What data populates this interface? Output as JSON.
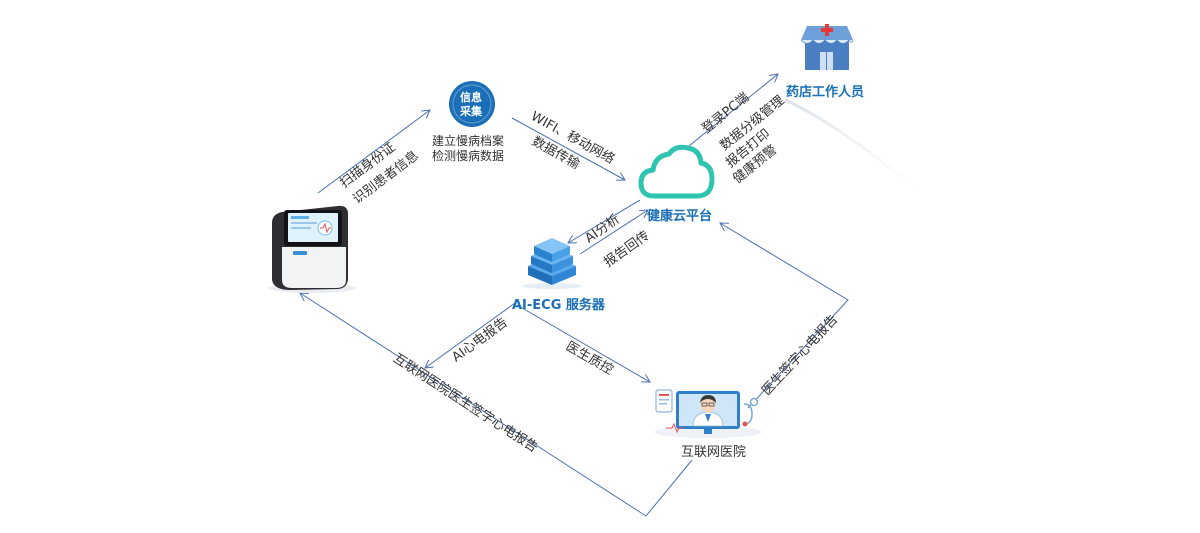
{
  "nodes": {
    "device": {
      "name": "ECG kiosk device"
    },
    "info": {
      "badge_top": "信息",
      "badge_bottom": "采集",
      "line1": "建立慢病档案",
      "line2": "检测慢病数据"
    },
    "cloud": {
      "title": "健康云平台"
    },
    "server": {
      "title": "AI-ECG 服务器"
    },
    "pharmacy": {
      "title": "药店工作人员"
    },
    "hospital": {
      "title": "互联网医院"
    }
  },
  "edges": {
    "scan_id": "扫描身份证",
    "identify_patient": "识别患者信息",
    "wifi": "WIFI、移动网络",
    "data_transfer": "数据传输",
    "login_pc": "登录PC端",
    "data_grading": "数据分级管理",
    "report_print": "报告打印",
    "health_warning": "健康预警",
    "ai_analysis": "AI分析",
    "report_return": "报告回传",
    "ai_ecg_report": "AI心电报告",
    "doctor_qc": "医生质控",
    "doctor_signed_report": "医生签字心电报告",
    "hospital_signed_report": "互联网医院医生签字心电报告"
  },
  "colors": {
    "line": "#4a6fb3",
    "accent_blue": "#1a6fb5",
    "cloud_teal": "#2ec4b0",
    "server_blue": "#2f86d6",
    "badge_blue": "#1b6fb8"
  },
  "icons": {
    "device": "ecg-kiosk-icon",
    "info": "info-collection-badge-icon",
    "cloud": "cloud-icon",
    "server": "server-stack-icon",
    "pharmacy": "pharmacy-store-icon",
    "hospital": "doctor-monitor-icon"
  }
}
